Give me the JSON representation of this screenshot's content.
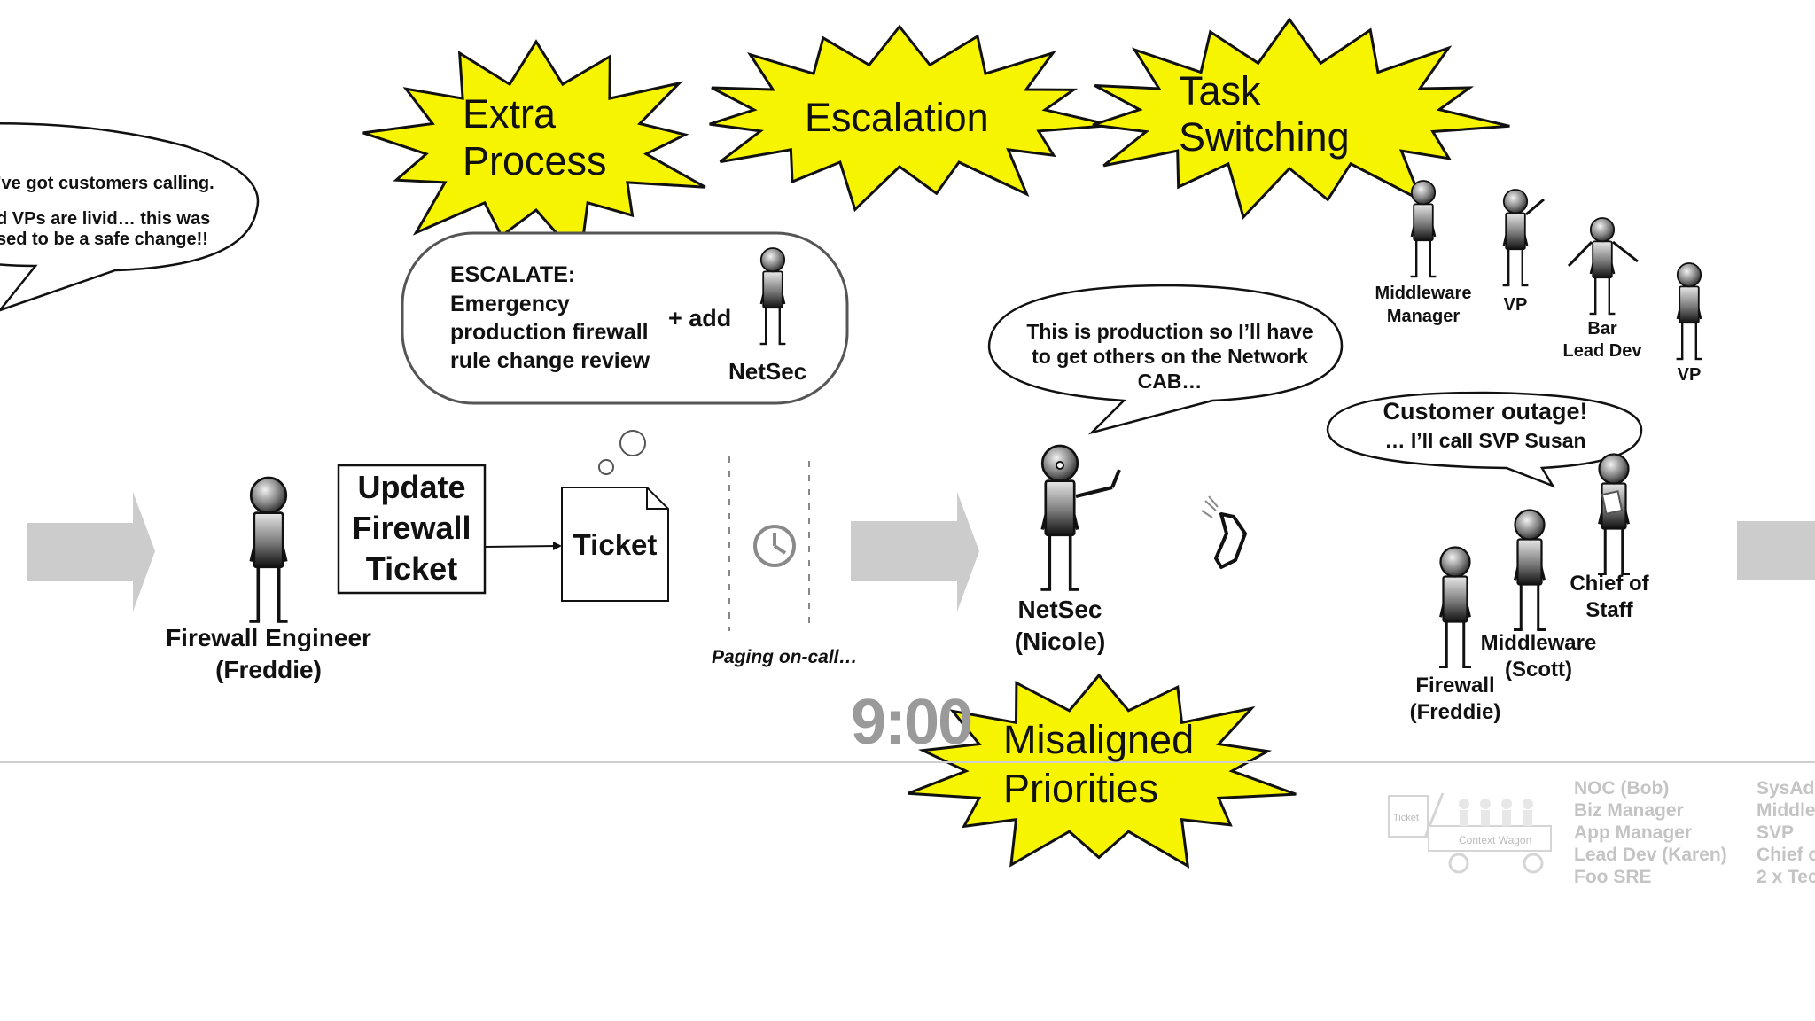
{
  "colors": {
    "burst_fill": "#f7f400",
    "arrow_fill": "#cccccc",
    "faded_text": "#c4c4c4",
    "clock_gray": "#8a8a8a"
  },
  "bubble_left": {
    "line1": "’ve got customers calling.",
    "line2": "d VPs are livid… this was",
    "line3": "sed to be a safe change!!"
  },
  "bursts": {
    "extra_process": [
      "Extra",
      "Process"
    ],
    "escalation": "Escalation",
    "task_switching": [
      "Task",
      "Switching"
    ],
    "misaligned_priorities": [
      "Misaligned",
      "Priorities"
    ]
  },
  "escalate_box": {
    "lines": [
      "ESCALATE:",
      "Emergency",
      "production firewall",
      "rule change review"
    ],
    "add_label": "+ add",
    "person_label": "NetSec"
  },
  "firewall_engineer": {
    "name": "Firewall Engineer",
    "nick": "(Freddie)"
  },
  "update_ticket_box": [
    "Update",
    "Firewall",
    "Ticket"
  ],
  "ticket_doc": "Ticket",
  "paging_label": "Paging on-call…",
  "time_label": "9:00",
  "netsec_bubble": [
    "This is production so I’ll have",
    "to get others on the Network",
    "CAB…"
  ],
  "netsec_person": {
    "name": "NetSec",
    "nick": "(Nicole)"
  },
  "outage_bubble": {
    "line1": "Customer outage!",
    "line2": "… I’ll call SVP Susan"
  },
  "top_people": {
    "middleware_manager": [
      "Middleware",
      "Manager"
    ],
    "vp1": "VP",
    "bar_lead_dev": [
      "Bar",
      "Lead Dev"
    ],
    "vp2": "VP"
  },
  "group_people": {
    "chief_of_staff": [
      "Chief of",
      "Staff"
    ],
    "middleware": [
      "Middleware",
      "(Scott)"
    ],
    "firewall": [
      "Firewall",
      "(Freddie)"
    ]
  },
  "context_wagon": {
    "ticket_label": "Ticket",
    "wagon_label": "Context Wagon"
  },
  "roster_col1": [
    "NOC (Bob)",
    "Biz Manager",
    "App Manager",
    "Lead Dev (Karen)",
    "Foo SRE"
  ],
  "roster_col2": [
    "SysAd",
    "Middle",
    "SVP",
    "Chief o",
    "2 x Tec"
  ]
}
